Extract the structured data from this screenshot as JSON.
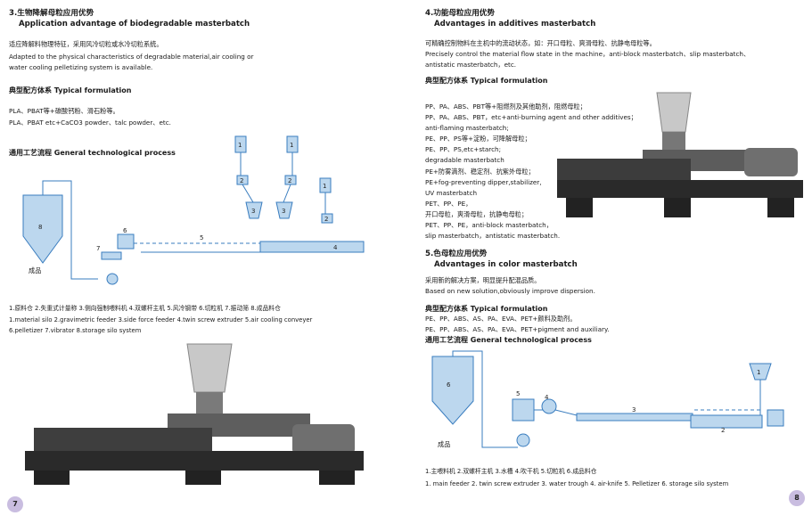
{
  "left": {
    "sec3_title_cn": "3.生物降解母粒应用优势",
    "sec3_title_en": "Application advantage of biodegradable masterbatch",
    "sec3_desc_cn": "适应降解料物理特征，采用风冷切粒或水冷切粒系统。",
    "sec3_desc_en1": "Adapted to the physical characteristics of degradable material,air cooling or",
    "sec3_desc_en2": "water cooling pelletizing system is available.",
    "formula_title": "典型配方体系  Typical formulation",
    "formula_line1": "PLA、PBAT等+碳酸钙粉、滑石粉等。",
    "formula_line2": "PLA、PBAT etc+CaCO3 powder、talc powder、etc.",
    "process_title": "通用工艺流程  General technological process",
    "diagram_product": "成品",
    "legend_cn": "1.原料仓  2.失重式计量称  3.侧向强制喂料机  4.双螺杆主机  5.风冷钢带  6.切粒机  7.振动筛  8.成品料仓",
    "legend_en1": "1.material silo  2.gravimetric feeder  3.side force feeder  4.twin screw extruder  5.air cooling conveyer",
    "legend_en2": "6.pelletizer   7.vibrator   8.storage silo system",
    "page_number": "7"
  },
  "right": {
    "sec4_title_cn": "4.功能母粒应用优势",
    "sec4_title_en": "Advantages in additives masterbatch",
    "sec4_desc_cn": "可精确控制物料在主机中的流动状态，如：开口母粒、爽滑母粒、抗静电母粒等。",
    "sec4_desc_en1": "Precisely control the material flow state in the machine，anti-block masterbatch、slip masterbatch、",
    "sec4_desc_en2": "antistatic masterbatch，etc.",
    "formula_title": "典型配方体系  Typical formulation",
    "formula_lines": [
      "PP、PA、ABS、PBT等+阻燃剂及其他助剂，阻燃母粒；",
      "PP、PA、ABS、PBT，etc+anti-burning agent and other additives；",
      "anti-flaming masterbatch;",
      "PE、PP、PS等+淀粉，可降解母粒；",
      "PE、PP、PS,etc+starch;",
      "degradable masterbatch",
      "PE+防雾滴剂、稳定剂、抗紫外母粒；",
      "PE+fog-preventing dipper,stabilizer,",
      "UV masterbatch",
      "PET、PP、PE，",
      "开口母粒，爽滑母粒，抗静电母粒；",
      "PET、PP、PE，anti-block masterbatch，",
      "slip masterbatch，antistatic masterbatch."
    ],
    "sec5_title_cn": "5.色母粒应用优势",
    "sec5_title_en": "Advantages in color masterbatch",
    "sec5_desc_cn": "采用新的解决方案，明显提升配混品质。",
    "sec5_desc_en": "Based on new solution,obviously improve dispersion.",
    "formula2_title": "典型配方体系  Typical formulation",
    "formula2_line1": "PE、PP、ABS、AS、PA、EVA、PET+颜料及助剂。",
    "formula2_line2": "PE、PP、ABS、AS、PA、EVA、PET+pigment and auxiliary.",
    "process_title": "通用工艺流程  General technological process",
    "diagram_product": "成品",
    "legend_cn": "1.主喂料机  2.双螺杆主机  3.水槽  4.吹干机  5.切粒机  6.成品料仓",
    "legend_en": "1. main feeder  2. twin screw extruder  3. water trough  4. air-knife  5. Pelletizer  6. storage silo system",
    "page_number": "8"
  },
  "colors": {
    "diagram_fill": "#bcd7ee",
    "diagram_line": "#3a7dbf",
    "page_badge": "#c9bde0"
  }
}
